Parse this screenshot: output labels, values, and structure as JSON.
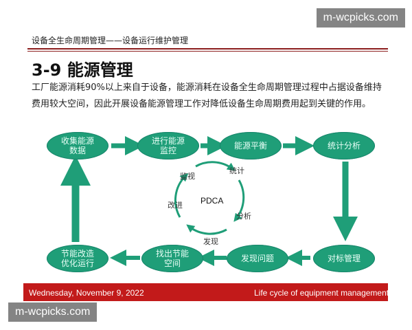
{
  "watermark": "m-wcpicks.com",
  "header": "设备全生命周期管理——设备运行维护管理",
  "title": "3-9 能源管理",
  "paragraph": "工厂能源消耗90%以上来自于设备，能源消耗在设备全生命周期管理过程中占据设备维持费用较大空间，因此开展设备能源管理工作对降低设备生命周期费用起到关键的作用。",
  "flow": {
    "top": [
      "收集能源数据",
      "进行能源监控",
      "能源平衡",
      "统计分析"
    ],
    "bottom": [
      "节能改造优化运行",
      "找出节能空间",
      "发现问题",
      "对标管理"
    ]
  },
  "pdca": {
    "center": "PDCA",
    "labels": [
      "监视",
      "统计",
      "分析",
      "发现",
      "改进"
    ]
  },
  "footer": {
    "date": "Wednesday, November 9, 2022",
    "right": "Life cycle of equipment management"
  },
  "colors": {
    "node": "#1f9e78",
    "arrow": "#1f9e78",
    "footer": "#c21a1a",
    "rule": "#8b1b1b"
  }
}
